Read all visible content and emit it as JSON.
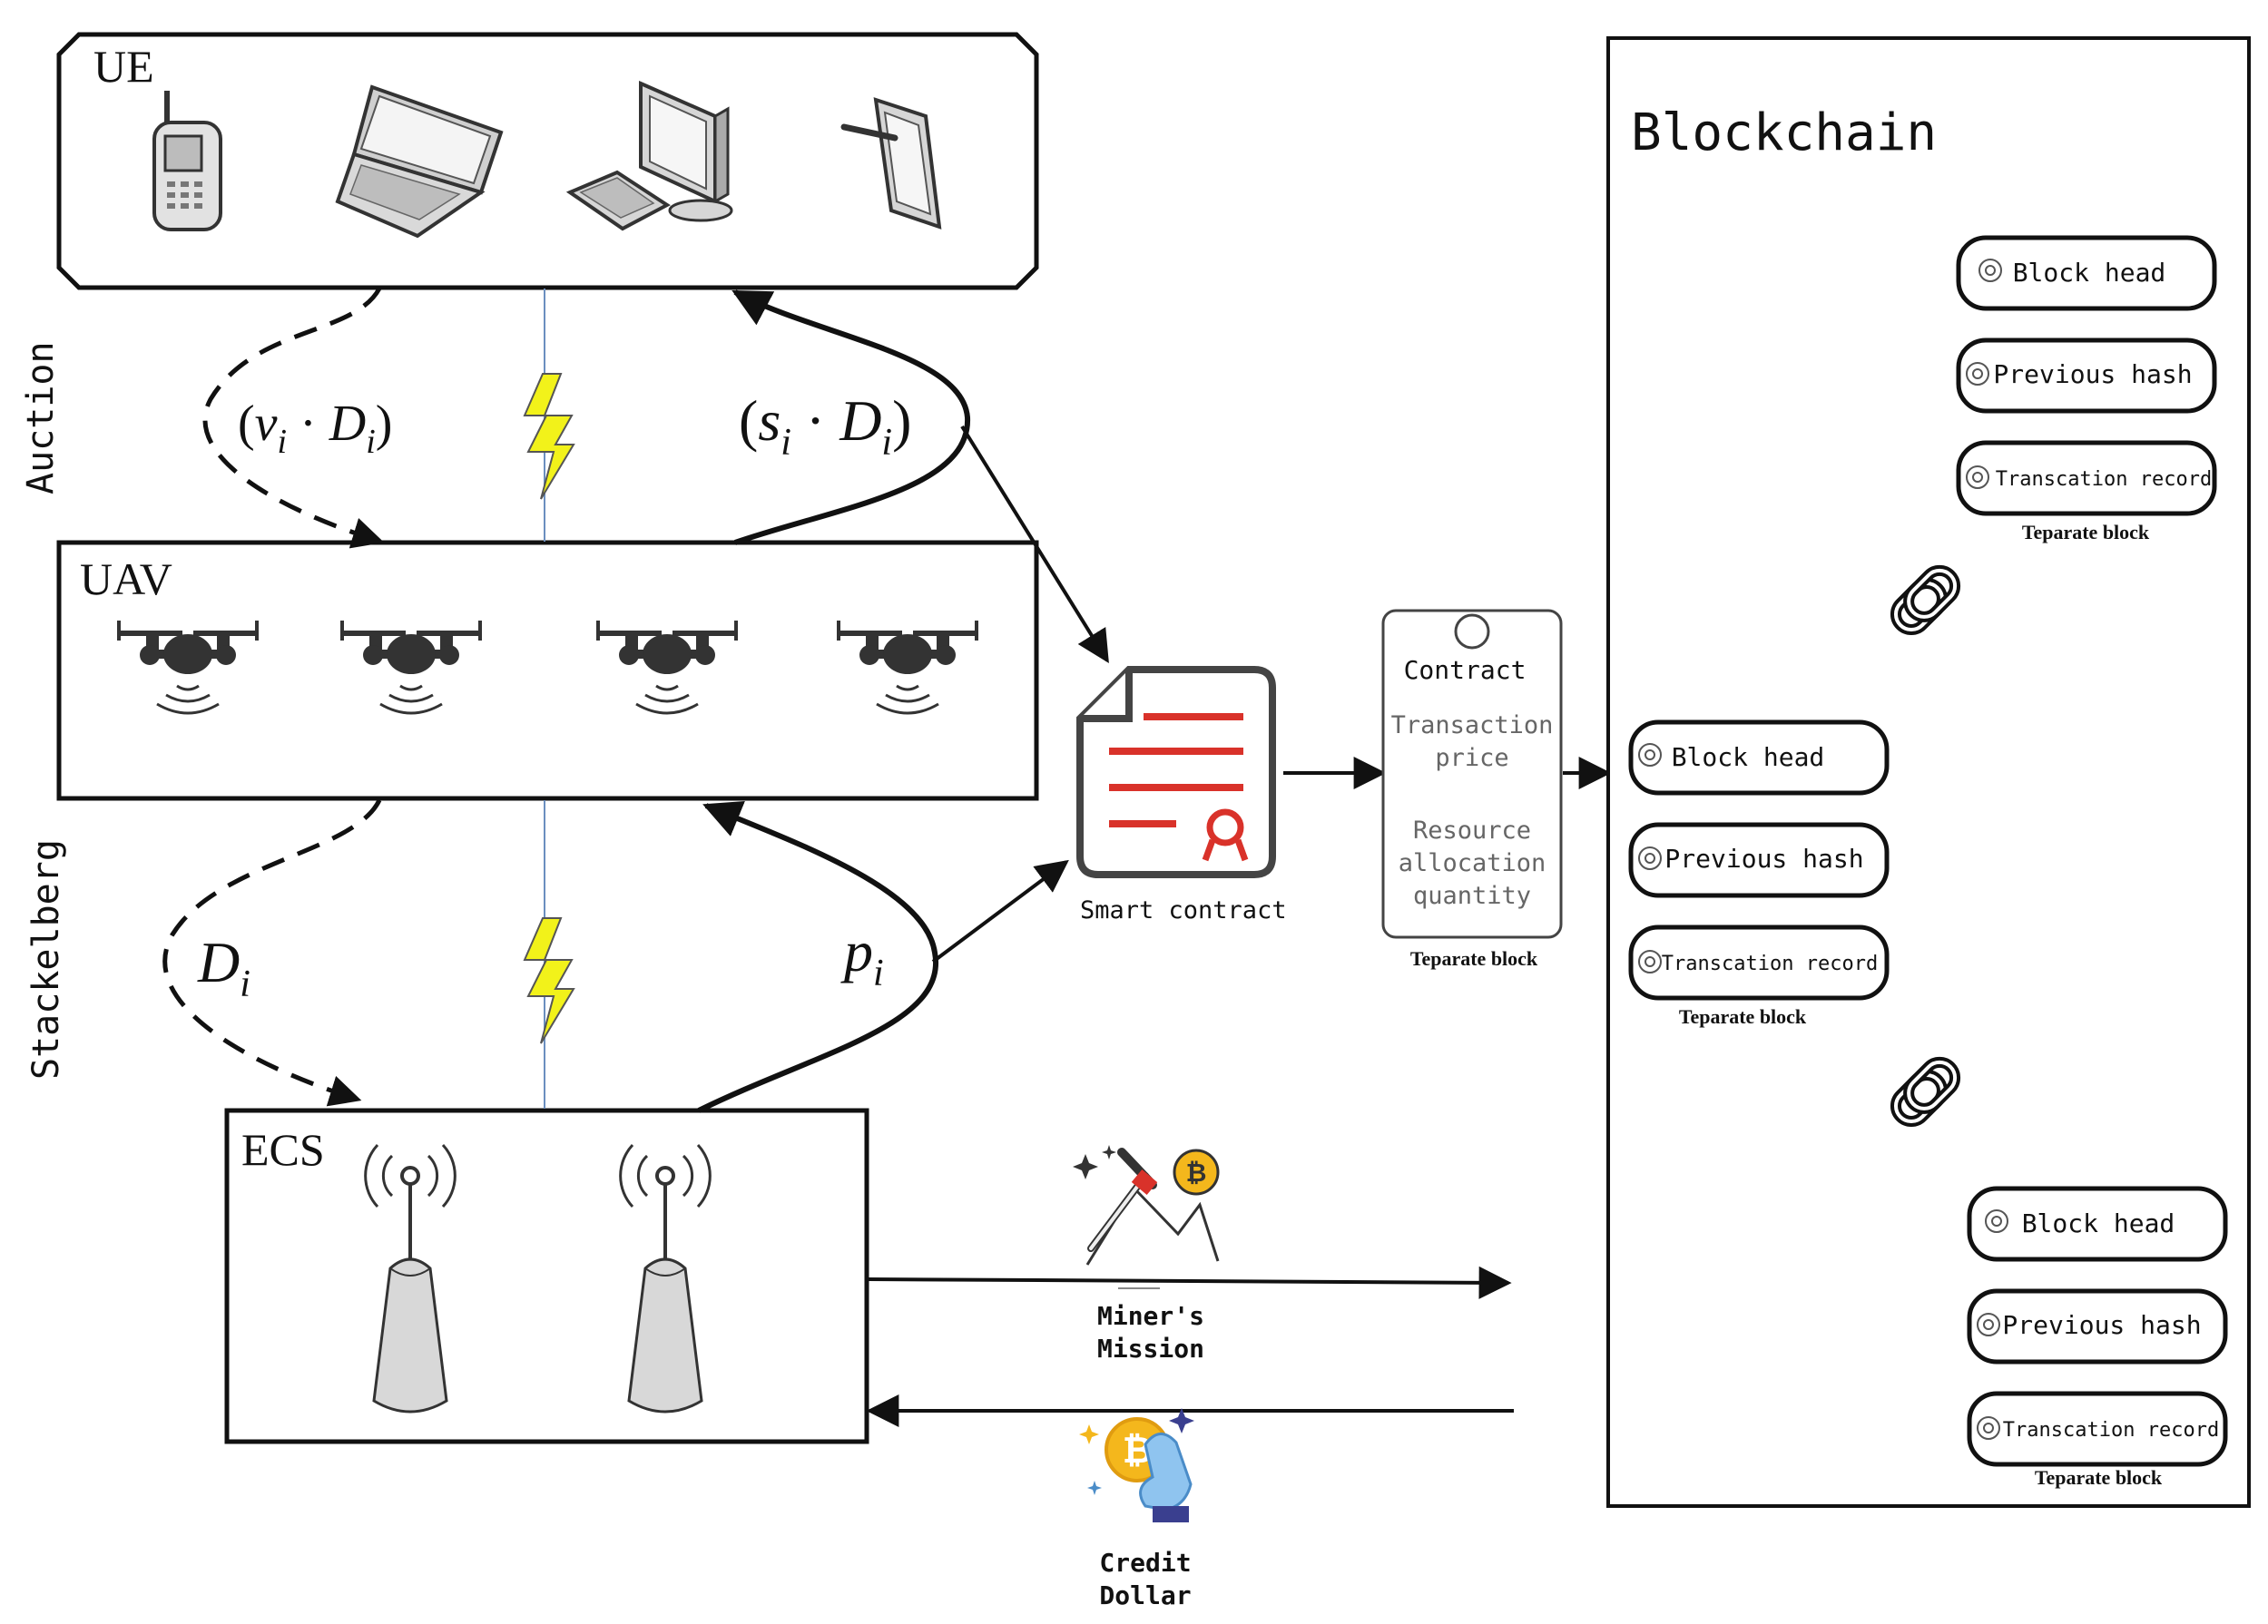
{
  "layers": {
    "ue": "UE",
    "uav": "UAV",
    "ecs": "ECS"
  },
  "side_labels": {
    "auction": "Auction",
    "stackelberg": "Stackelberg"
  },
  "math": {
    "v_expr": {
      "open": "(",
      "v": "v",
      "i": "i",
      "dot": " · ",
      "D": "D",
      "close": ")"
    },
    "s_expr": {
      "open": "(",
      "s": "s",
      "i": "i",
      "dot": " · ",
      "D": "D",
      "close": ")"
    },
    "d_expr": {
      "D": "D",
      "i": "i"
    },
    "p_expr": {
      "p": "p",
      "i": "i"
    }
  },
  "smart_contract": {
    "label": "Smart contract"
  },
  "contract_card": {
    "title": "Contract",
    "line1": "Transaction",
    "line2": "price",
    "line3": "Resource",
    "line4": "allocation",
    "line5": "quantity",
    "caption": "Teparate block"
  },
  "blockchain": {
    "title": "Blockchain",
    "blocks": [
      {
        "head": "Block head",
        "prev": "Previous hash",
        "record": "Transcation record",
        "caption": "Teparate block"
      },
      {
        "head": "Block head",
        "prev": "Previous hash",
        "record": "Transcation record",
        "caption": "Teparate block"
      },
      {
        "head": "Block head",
        "prev": "Previous hash",
        "record": "Transcation record",
        "caption": "Teparate block"
      }
    ]
  },
  "miner": {
    "line1": "Miner's",
    "line2": "Mission"
  },
  "credit": {
    "line1": "Credit",
    "line2": "Dollar"
  },
  "colors": {
    "line": "#111111",
    "red": "#d9322a",
    "lightning": "#f2f21a",
    "gold": "#f4b71c",
    "device_gray": "#d5d5d5"
  },
  "icons": {
    "ue": [
      "mobile-phone-icon",
      "laptop-icon",
      "desktop-computer-icon",
      "tablet-stylus-icon"
    ],
    "uav": [
      "drone-icon",
      "drone-icon",
      "drone-icon",
      "drone-icon"
    ],
    "ecs": [
      "base-station-icon",
      "base-station-icon"
    ],
    "misc": [
      "smart-contract-icon",
      "chain-link-icon",
      "bitcoin-mining-icon",
      "bitcoin-hand-icon",
      "lightning-icon"
    ]
  }
}
